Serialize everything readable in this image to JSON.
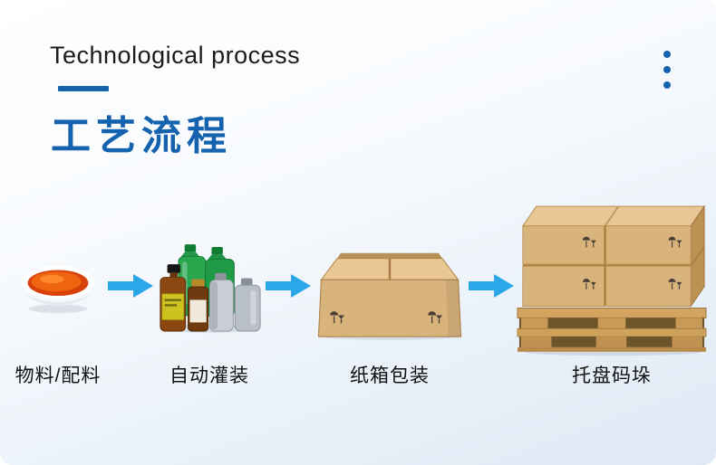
{
  "header": {
    "title_en": "Technological process",
    "title_zh": "工艺流程",
    "menu_icon": "vertical-ellipsis"
  },
  "steps": [
    {
      "id": "materials",
      "label": "物料/配料",
      "illustration": "bowl-of-red-material"
    },
    {
      "id": "filling",
      "label": "自动灌装",
      "illustration": "bottles-and-canisters"
    },
    {
      "id": "carton",
      "label": "纸箱包装",
      "illustration": "cardboard-carton"
    },
    {
      "id": "palletizing",
      "label": "托盘码垛",
      "illustration": "boxes-on-wooden-pallet"
    }
  ],
  "flow": {
    "arrow_icon": "right-arrow",
    "arrow_count": 3
  },
  "colors": {
    "accent-blue": "#1562ae",
    "arrow-blue": "#2aa7e8",
    "title-text": "#1b1b1b",
    "label-text": "#111111",
    "carton": "#d9b37c",
    "carton-light": "#e8c794",
    "carton-dark": "#b8904f",
    "wood": "#d2a45f"
  }
}
